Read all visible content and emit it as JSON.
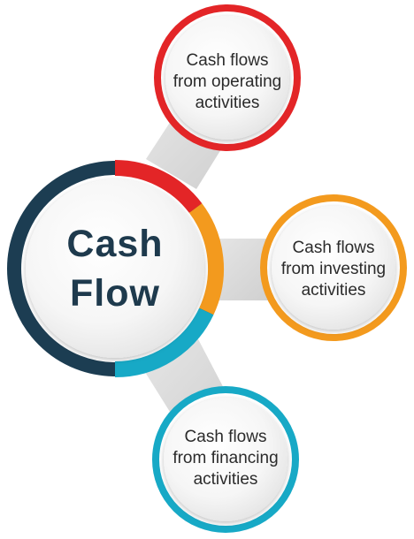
{
  "diagram": {
    "center": {
      "line1": "Cash",
      "line2": "Flow"
    },
    "nodes": [
      {
        "id": "operating",
        "line1": "Cash flows",
        "line2": "from operating",
        "line3": "activities",
        "color": "#e32527"
      },
      {
        "id": "investing",
        "line1": "Cash flows",
        "line2": "from investing",
        "line3": "activities",
        "color": "#f39a1e"
      },
      {
        "id": "financing",
        "line1": "Cash flows",
        "line2": "from financing",
        "line3": "activities",
        "color": "#17a9c6"
      }
    ],
    "colors": {
      "hub_ring": "#1c3d52",
      "connector": "#d6d6d6",
      "disc_light": "#ffffff",
      "disc_dark": "#e4e4e4",
      "center_text": "#1e3a4d"
    }
  }
}
